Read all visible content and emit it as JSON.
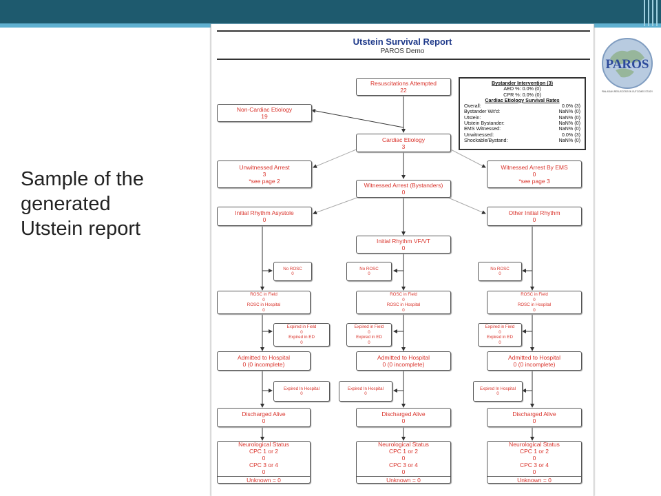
{
  "caption": "Sample of the\ngenerated\nUtstein report",
  "logo": {
    "text": "PAROS",
    "tagline": "PAN-ASIAN RESUSCITATION OUTCOMES STUDY"
  },
  "report": {
    "title": "Utstein Survival Report",
    "subtitle": "PAROS Demo",
    "legend": {
      "heading1": "Bystander Intervention (3)",
      "lines": [
        "AED %: 0.0% (0)",
        "CPR %: 0.0% (0)"
      ],
      "heading2": "Cardiac Etiology Survival Rates",
      "rows": [
        {
          "label": "Overall:",
          "value": "0.0% (3)"
        },
        {
          "label": "Bystander Wit'd:",
          "value": "NaN% (0)"
        },
        {
          "label": "Utstein:",
          "value": "NaN% (0)"
        },
        {
          "label": "Utstein Bystander:",
          "value": "NaN% (0)"
        },
        {
          "label": "EMS Witnessed:",
          "value": "NaN% (0)"
        },
        {
          "label": "Unwitnessed:",
          "value": "0.0% (3)"
        },
        {
          "label": "Shockable/Bystand:",
          "value": "NaN% (0)"
        }
      ]
    },
    "nodes": {
      "resus": [
        "Resuscitations Attempted",
        "22"
      ],
      "noncardiac": [
        "Non-Cardiac Etiology",
        "19"
      ],
      "cardiac": [
        "Cardiac Etiology",
        "3"
      ],
      "unwit": [
        "Unwitnessed Arrest",
        "3",
        "*see page 2"
      ],
      "witbyst": [
        "Witnessed Arrest (Bystanders)",
        "0"
      ],
      "witems": [
        "Witnessed Arrest By EMS",
        "0",
        "*see page 3"
      ],
      "asys": [
        "Initial Rhythm Asystole",
        "0"
      ],
      "vfvt": [
        "Initial Rhythm VF/VT",
        "0"
      ],
      "other": [
        "Other Initial Rhythm",
        "0"
      ],
      "norosc": [
        "No ROSC",
        "0"
      ],
      "rosc": [
        "ROSC in Field",
        "0",
        "ROSC in Hospital",
        "0"
      ],
      "expired_ed": [
        "Expired in Field",
        "0",
        "Expired in ED",
        "0"
      ],
      "admitted": [
        "Admitted to Hospital",
        "0 (0 incomplete)"
      ],
      "expired_hosp": [
        "Expired In Hospital",
        "0"
      ],
      "discharged": [
        "Discharged Alive",
        "0"
      ],
      "neuro": [
        "Neurological Status",
        "CPC 1 or 2",
        "0",
        "CPC 3 or 4",
        "0"
      ],
      "unknown": "Unknown = 0"
    }
  }
}
